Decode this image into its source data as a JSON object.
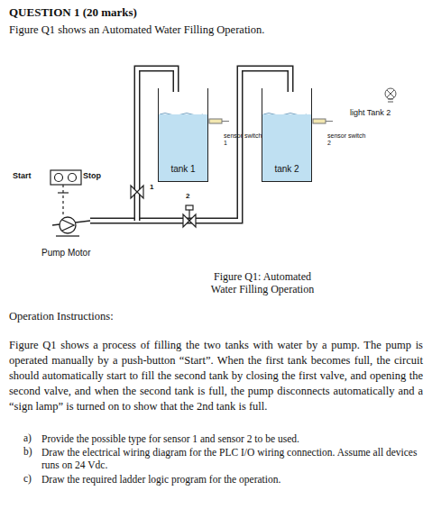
{
  "diagram": {
    "title": "QUESTION 1 (20 marks)",
    "caption": "Figure Q1: Automated Water Filling Operation",
    "nodes": [
      {
        "text": [
          "tank 1"
        ]
      },
      {
        "text": [
          "tank 2"
        ]
      }
    ],
    "labels": [
      "Figure Q1 shows an Automated Water Filling Operation.",
      "light Tank 2",
      "sensor switch 1",
      "sensor switch 2",
      "Start",
      "Stop",
      "1",
      "2",
      "Pump Motor",
      "Operation Instructions:",
      "Figure Q1 shows a process of filling the two tanks with water by a pump. The pump is operated manually by a push-button “Start”. When the first tank becomes full, the circuit should automatically start to fill the second tank by closing the first valve, and opening the second valve, and when the second tank is full, the pump disconnects automatically and a “sign lamp” is turned on to show that the 2nd tank is full.",
      "a)",
      "Provide the possible type for sensor 1 and sensor 2 to be used.",
      "b)",
      "Draw the electrical wiring diagram for the PLC I/O wiring connection. Assume all devices runs on 24 Vdc.",
      "c)",
      "Draw the required ladder logic program for the operation."
    ]
  }
}
